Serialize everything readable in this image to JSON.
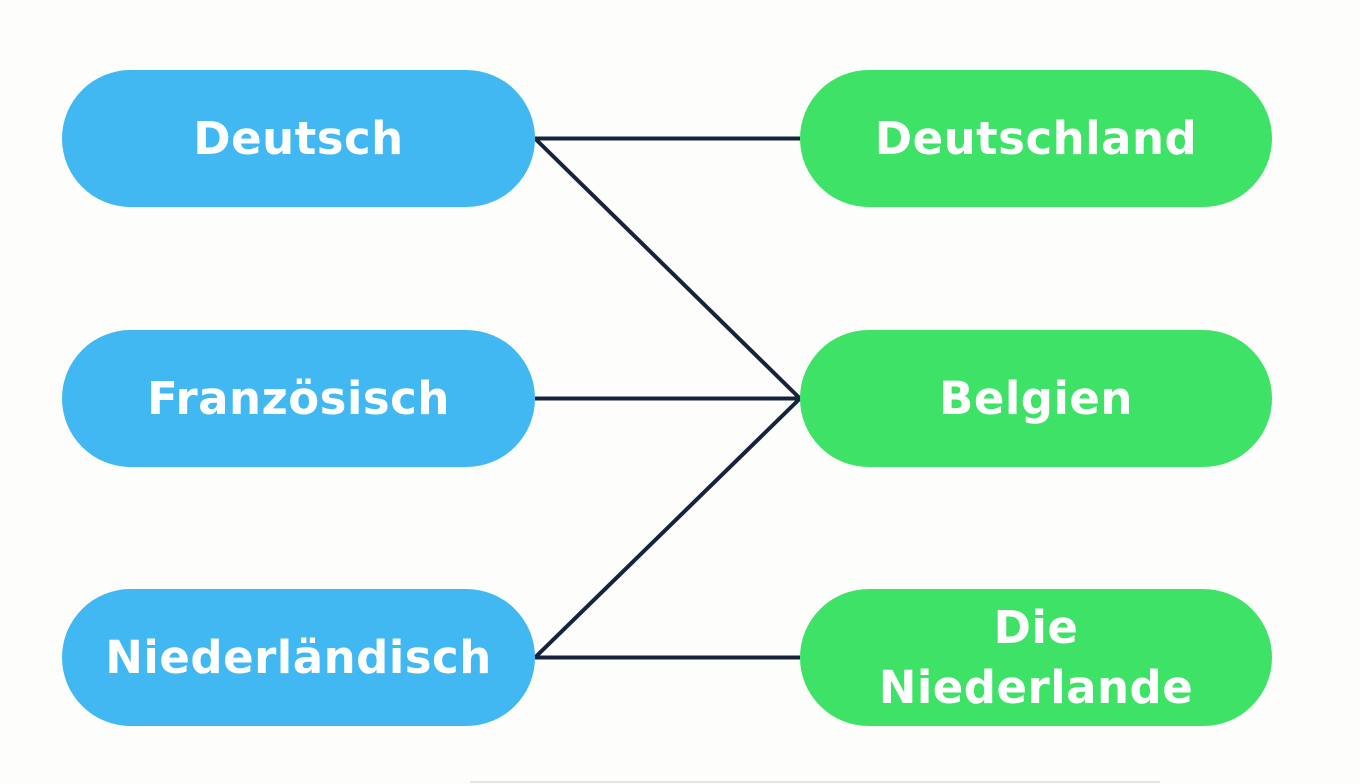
{
  "diagram": {
    "kind": "matching-exercise",
    "left_column": {
      "role": "languages",
      "items": [
        {
          "id": "deutsch",
          "label": "Deutsch"
        },
        {
          "id": "franzoesisch",
          "label": "Französisch"
        },
        {
          "id": "niederlaendisch",
          "label": "Niederländisch"
        }
      ]
    },
    "right_column": {
      "role": "countries",
      "items": [
        {
          "id": "deutschland",
          "label": "Deutschland"
        },
        {
          "id": "belgien",
          "label": "Belgien"
        },
        {
          "id": "die-niederlande",
          "label": "Die Niederlande"
        }
      ]
    },
    "connections": [
      {
        "from": "Deutsch",
        "to": "Deutschland"
      },
      {
        "from": "Deutsch",
        "to": "Belgien"
      },
      {
        "from": "Französisch",
        "to": "Belgien"
      },
      {
        "from": "Niederländisch",
        "to": "Belgien"
      },
      {
        "from": "Niederländisch",
        "to": "Die Niederlande"
      }
    ]
  },
  "colors": {
    "background": "#fdfdfc",
    "language_pill": "#41b8f1",
    "country_pill": "#3ee266",
    "connector": "#15233c",
    "pill_text": "#ffffff",
    "divider": "#e6e5e2"
  }
}
